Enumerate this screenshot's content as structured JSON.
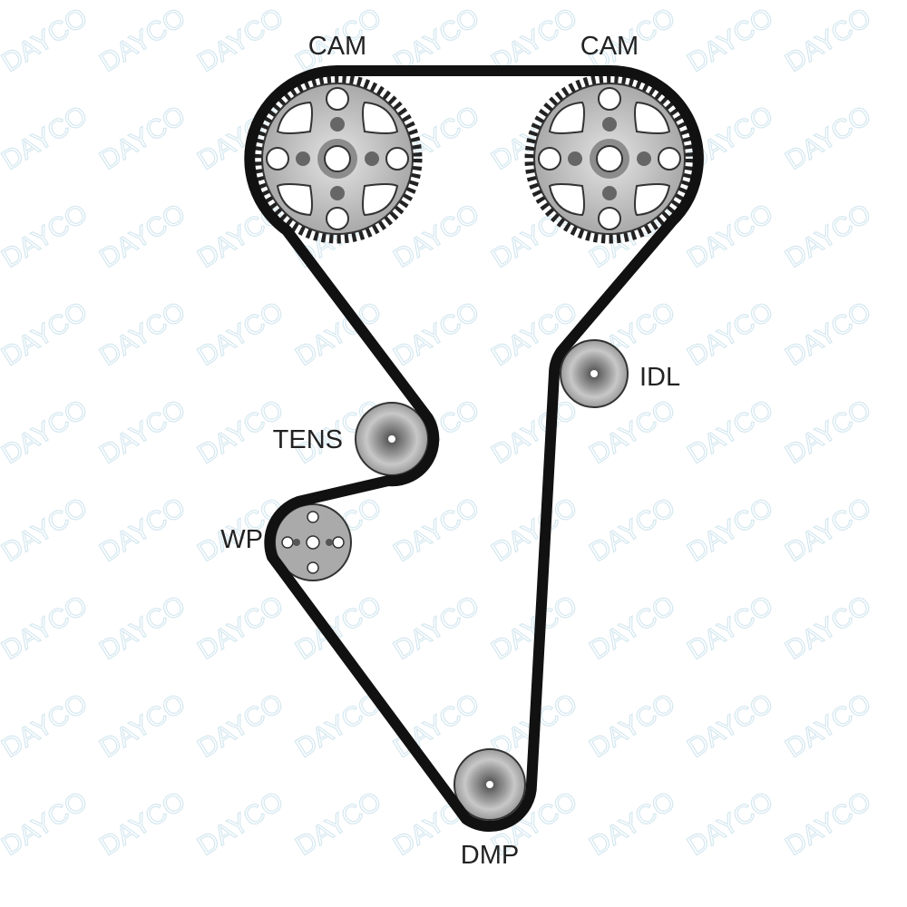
{
  "watermark": "DAYCO",
  "labels": {
    "cam_left": "CAM",
    "cam_right": "CAM",
    "idler": "IDL",
    "tensioner": "TENS",
    "water_pump": "WP",
    "damper": "DMP"
  },
  "colors": {
    "belt": "#111111",
    "pulley": "#b8b8b8",
    "watermark": "#d5e8f0"
  }
}
